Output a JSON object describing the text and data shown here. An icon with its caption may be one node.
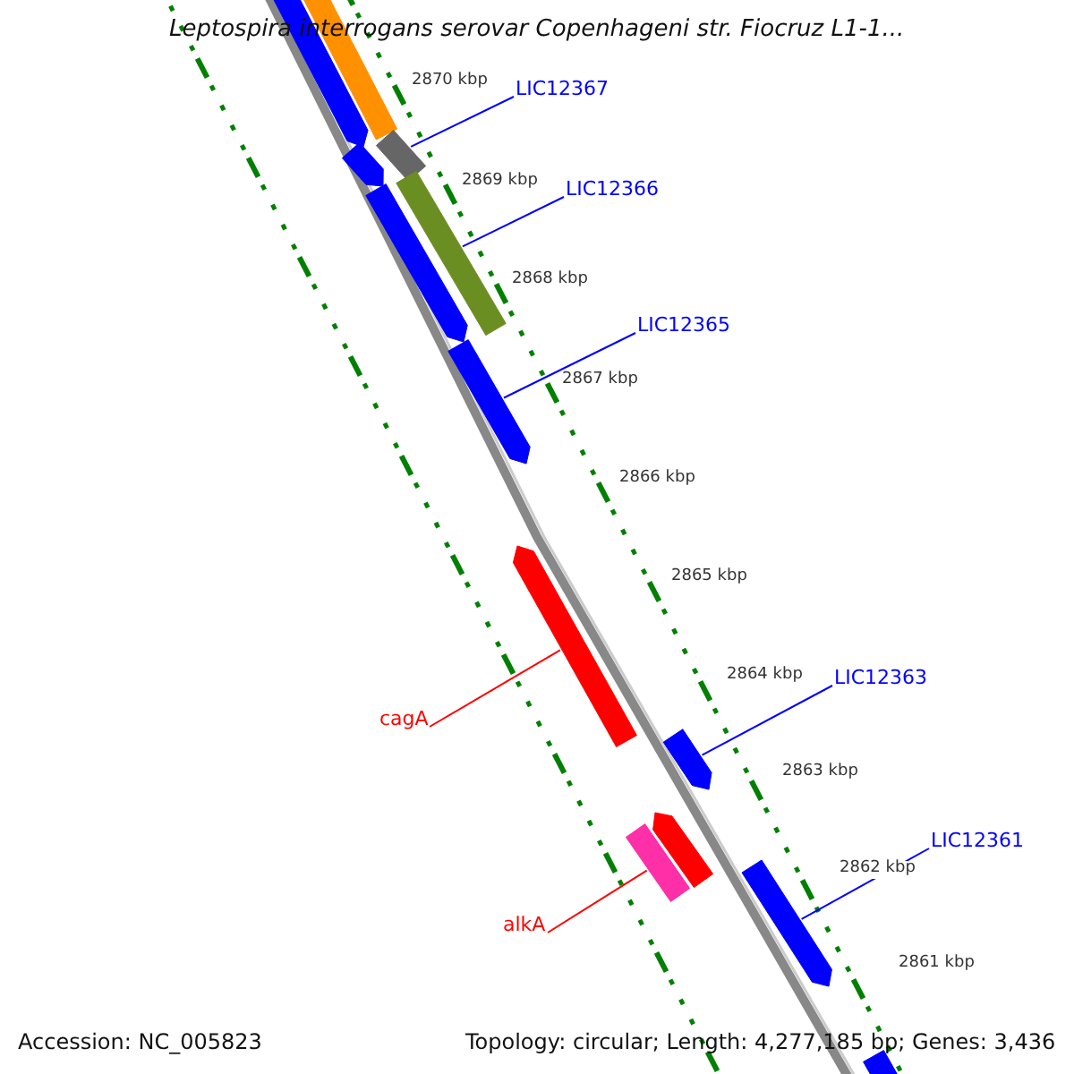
{
  "diagram": {
    "title": "Leptospira interrogans serovar Copenhageni str. Fiocruz L1-1...",
    "nodes": [
      {
        "text": [],
        "shape": "arrow"
      },
      {
        "text": [],
        "shape": "bar"
      },
      {
        "text": [
          "LIC12367"
        ]
      },
      {
        "text": [],
        "shape": "bar"
      },
      {
        "text": [],
        "shape": "arrow"
      },
      {
        "text": [
          "LIC12366"
        ]
      },
      {
        "text": [],
        "shape": "arrow"
      },
      {
        "text": [],
        "shape": "bar"
      },
      {
        "text": [
          "LIC12365"
        ]
      },
      {
        "text": [],
        "shape": "arrow"
      },
      {
        "text": [],
        "shape": "arrow"
      },
      {
        "text": [
          "cagA"
        ]
      },
      {
        "text": [
          "LIC12363"
        ]
      },
      {
        "text": [],
        "shape": "arrow"
      },
      {
        "text": [],
        "shape": "arrow"
      },
      {
        "text": [],
        "shape": "bar"
      },
      {
        "text": [
          "alkA"
        ]
      },
      {
        "text": [
          "LIC12361"
        ]
      },
      {
        "text": [],
        "shape": "arrow"
      },
      {
        "text": [],
        "shape": "arrow"
      }
    ],
    "edges": [
      {
        "from": 2,
        "to": 3,
        "arrow": "none"
      },
      {
        "from": 5,
        "to": 7,
        "arrow": "none"
      },
      {
        "from": 8,
        "to": 9,
        "arrow": "none"
      },
      {
        "from": 11,
        "to": 10,
        "arrow": "none",
        "color": "#ff0000"
      },
      {
        "from": 12,
        "to": 13,
        "arrow": "none"
      },
      {
        "from": 16,
        "to": 15,
        "arrow": "none",
        "color": "#ff0000"
      },
      {
        "from": 17,
        "to": 18,
        "arrow": "none"
      }
    ],
    "labels": [
      "2870 kbp",
      "2869 kbp",
      "2868 kbp",
      "2867 kbp",
      "2866 kbp",
      "2865 kbp",
      "2864 kbp",
      "2863 kbp",
      "2862 kbp",
      "2861 kbp",
      "Accession: NC_005823",
      "Topology: circular; Length: 4,277,185 bp; Genes: 3,436"
    ]
  }
}
